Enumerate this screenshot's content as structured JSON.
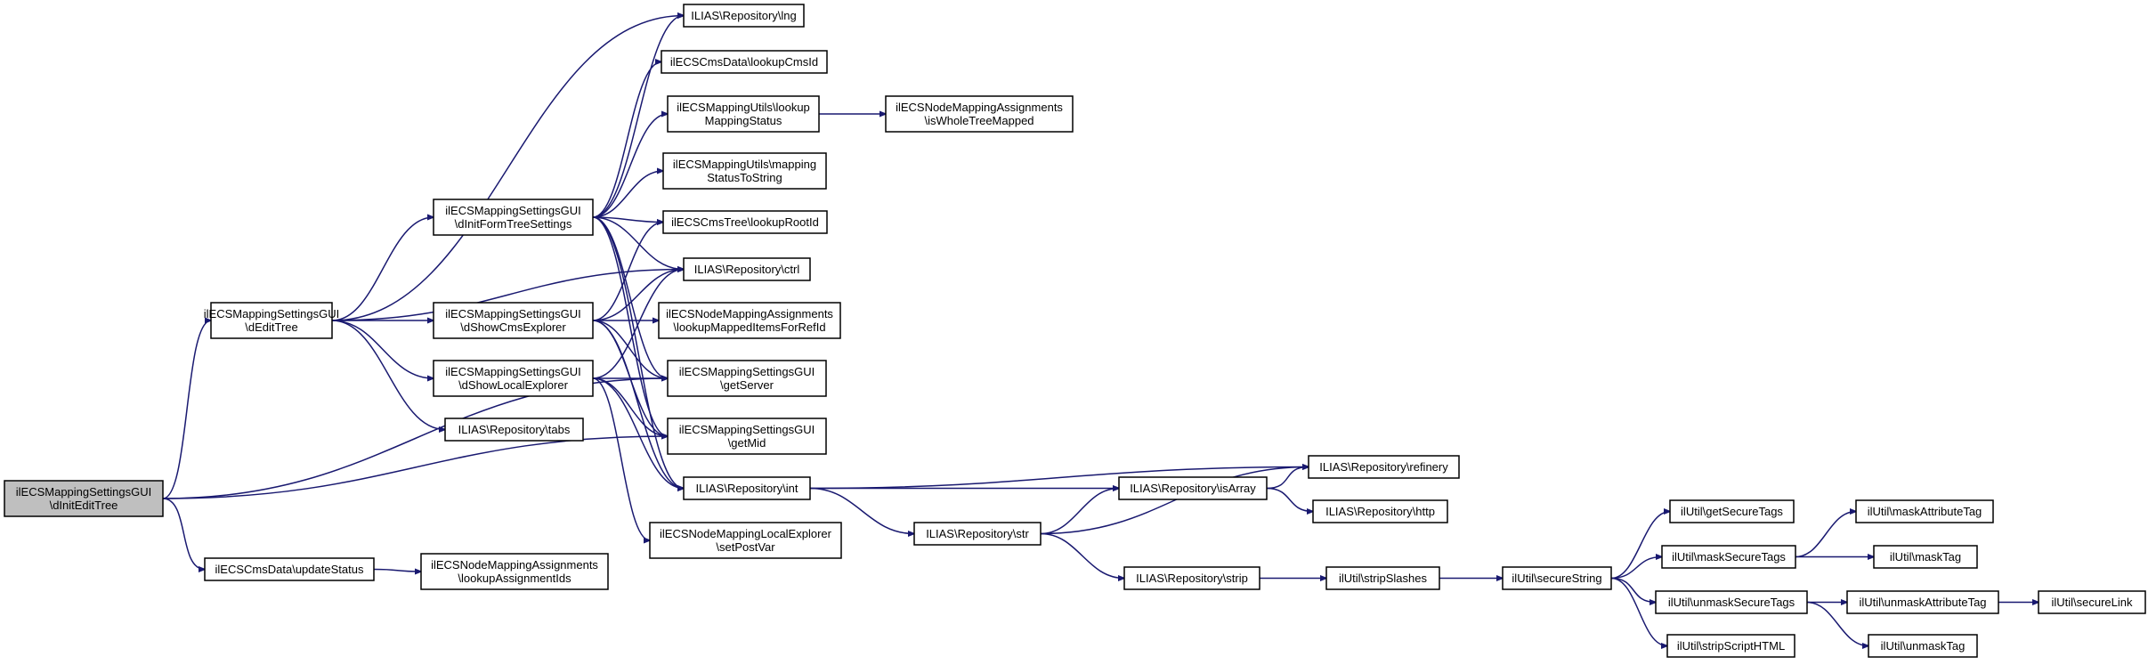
{
  "colors": {
    "edge": "#191970",
    "root_fill": "#bfbfbf",
    "node_fill": "#ffffff",
    "border": "#000000"
  },
  "nodes": {
    "root": [
      "ilECSMappingSettingsGUI",
      "\\dInitEditTree"
    ],
    "editTree": [
      "ilECSMappingSettingsGUI",
      "\\dEditTree"
    ],
    "updateStatus": [
      "ilECSCmsData\\updateStatus"
    ],
    "lookupAssignmentIds": [
      "ilECSNodeMappingAssignments",
      "\\lookupAssignmentIds"
    ],
    "initFormTree": [
      "ilECSMappingSettingsGUI",
      "\\dInitFormTreeSettings"
    ],
    "showCms": [
      "ilECSMappingSettingsGUI",
      "\\dShowCmsExplorer"
    ],
    "showLocal": [
      "ilECSMappingSettingsGUI",
      "\\dShowLocalExplorer"
    ],
    "tabs": [
      "ILIAS\\Repository\\tabs"
    ],
    "lng": [
      "ILIAS\\Repository\\lng"
    ],
    "lookupCmsId": [
      "ilECSCmsData\\lookupCmsId"
    ],
    "lookupMappingStatus": [
      "ilECSMappingUtils\\lookup",
      "MappingStatus"
    ],
    "isWholeTreeMapped": [
      "ilECSNodeMappingAssignments",
      "\\isWholeTreeMapped"
    ],
    "mappingStatusToString": [
      "ilECSMappingUtils\\mapping",
      "StatusToString"
    ],
    "lookupRootId": [
      "ilECSCmsTree\\lookupRootId"
    ],
    "ctrl": [
      "ILIAS\\Repository\\ctrl"
    ],
    "lookupMappedItems": [
      "ilECSNodeMappingAssignments",
      "\\lookupMappedItemsForRefId"
    ],
    "getServer": [
      "ilECSMappingSettingsGUI",
      "\\getServer"
    ],
    "getMid": [
      "ilECSMappingSettingsGUI",
      "\\getMid"
    ],
    "int": [
      "ILIAS\\Repository\\int"
    ],
    "setPostVar": [
      "ilECSNodeMappingLocalExplorer",
      "\\setPostVar"
    ],
    "str": [
      "ILIAS\\Repository\\str"
    ],
    "isArray": [
      "ILIAS\\Repository\\isArray"
    ],
    "refinery": [
      "ILIAS\\Repository\\refinery"
    ],
    "http": [
      "ILIAS\\Repository\\http"
    ],
    "strip": [
      "ILIAS\\Repository\\strip"
    ],
    "stripSlashes": [
      "ilUtil\\stripSlashes"
    ],
    "secureString": [
      "ilUtil\\secureString"
    ],
    "getSecureTags": [
      "ilUtil\\getSecureTags"
    ],
    "maskSecureTags": [
      "ilUtil\\maskSecureTags"
    ],
    "unmaskSecureTags": [
      "ilUtil\\unmaskSecureTags"
    ],
    "stripScriptHTML": [
      "ilUtil\\stripScriptHTML"
    ],
    "maskAttributeTag": [
      "ilUtil\\maskAttributeTag"
    ],
    "maskTag": [
      "ilUtil\\maskTag"
    ],
    "unmaskAttributeTag": [
      "ilUtil\\unmaskAttributeTag"
    ],
    "unmaskTag": [
      "ilUtil\\unmaskTag"
    ],
    "secureLink": [
      "ilUtil\\secureLink"
    ]
  }
}
